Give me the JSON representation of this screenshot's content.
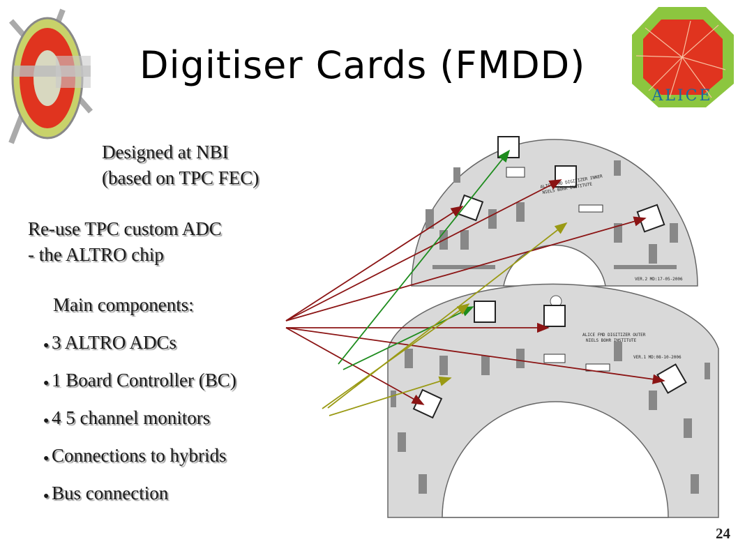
{
  "slide": {
    "title": "Digitiser Cards (FMDD)",
    "notes": {
      "nbi_line1": "Designed at NBI",
      "nbi_line2": "(based on TPC FEC)",
      "altro_line1": "Re-use TPC custom ADC",
      "altro_line2": "- the ALTRO chip"
    },
    "components_heading": "Main components:",
    "bullet": "●",
    "components": [
      "3 ALTRO ADCs",
      "1 Board Controller (BC)",
      "4 5 channel monitors",
      "Connections to hybrids",
      "Bus connection"
    ],
    "page_number": "24"
  },
  "boards": {
    "inner_label": "ALICE FMD DIGITIZER INNER",
    "inner_sub": "NIELS BOHR INSTITUTE",
    "inner_ver": "VER.2 MD:17-05-2006",
    "outer_label": "ALICE FMD DIGITIZER OUTER",
    "outer_sub": "NIELS BOHR INSTITUTE",
    "outer_ver": "VER.1 MD:08-10-2006"
  },
  "logo": {
    "text": "ALICE"
  },
  "colors": {
    "arrow_red": "#8b1414",
    "arrow_green": "#1e8c1e",
    "arrow_olive": "#9a9a14",
    "logo_green": "#8cc63f",
    "logo_red": "#e0341f",
    "board_fill": "#d9d9d9"
  }
}
